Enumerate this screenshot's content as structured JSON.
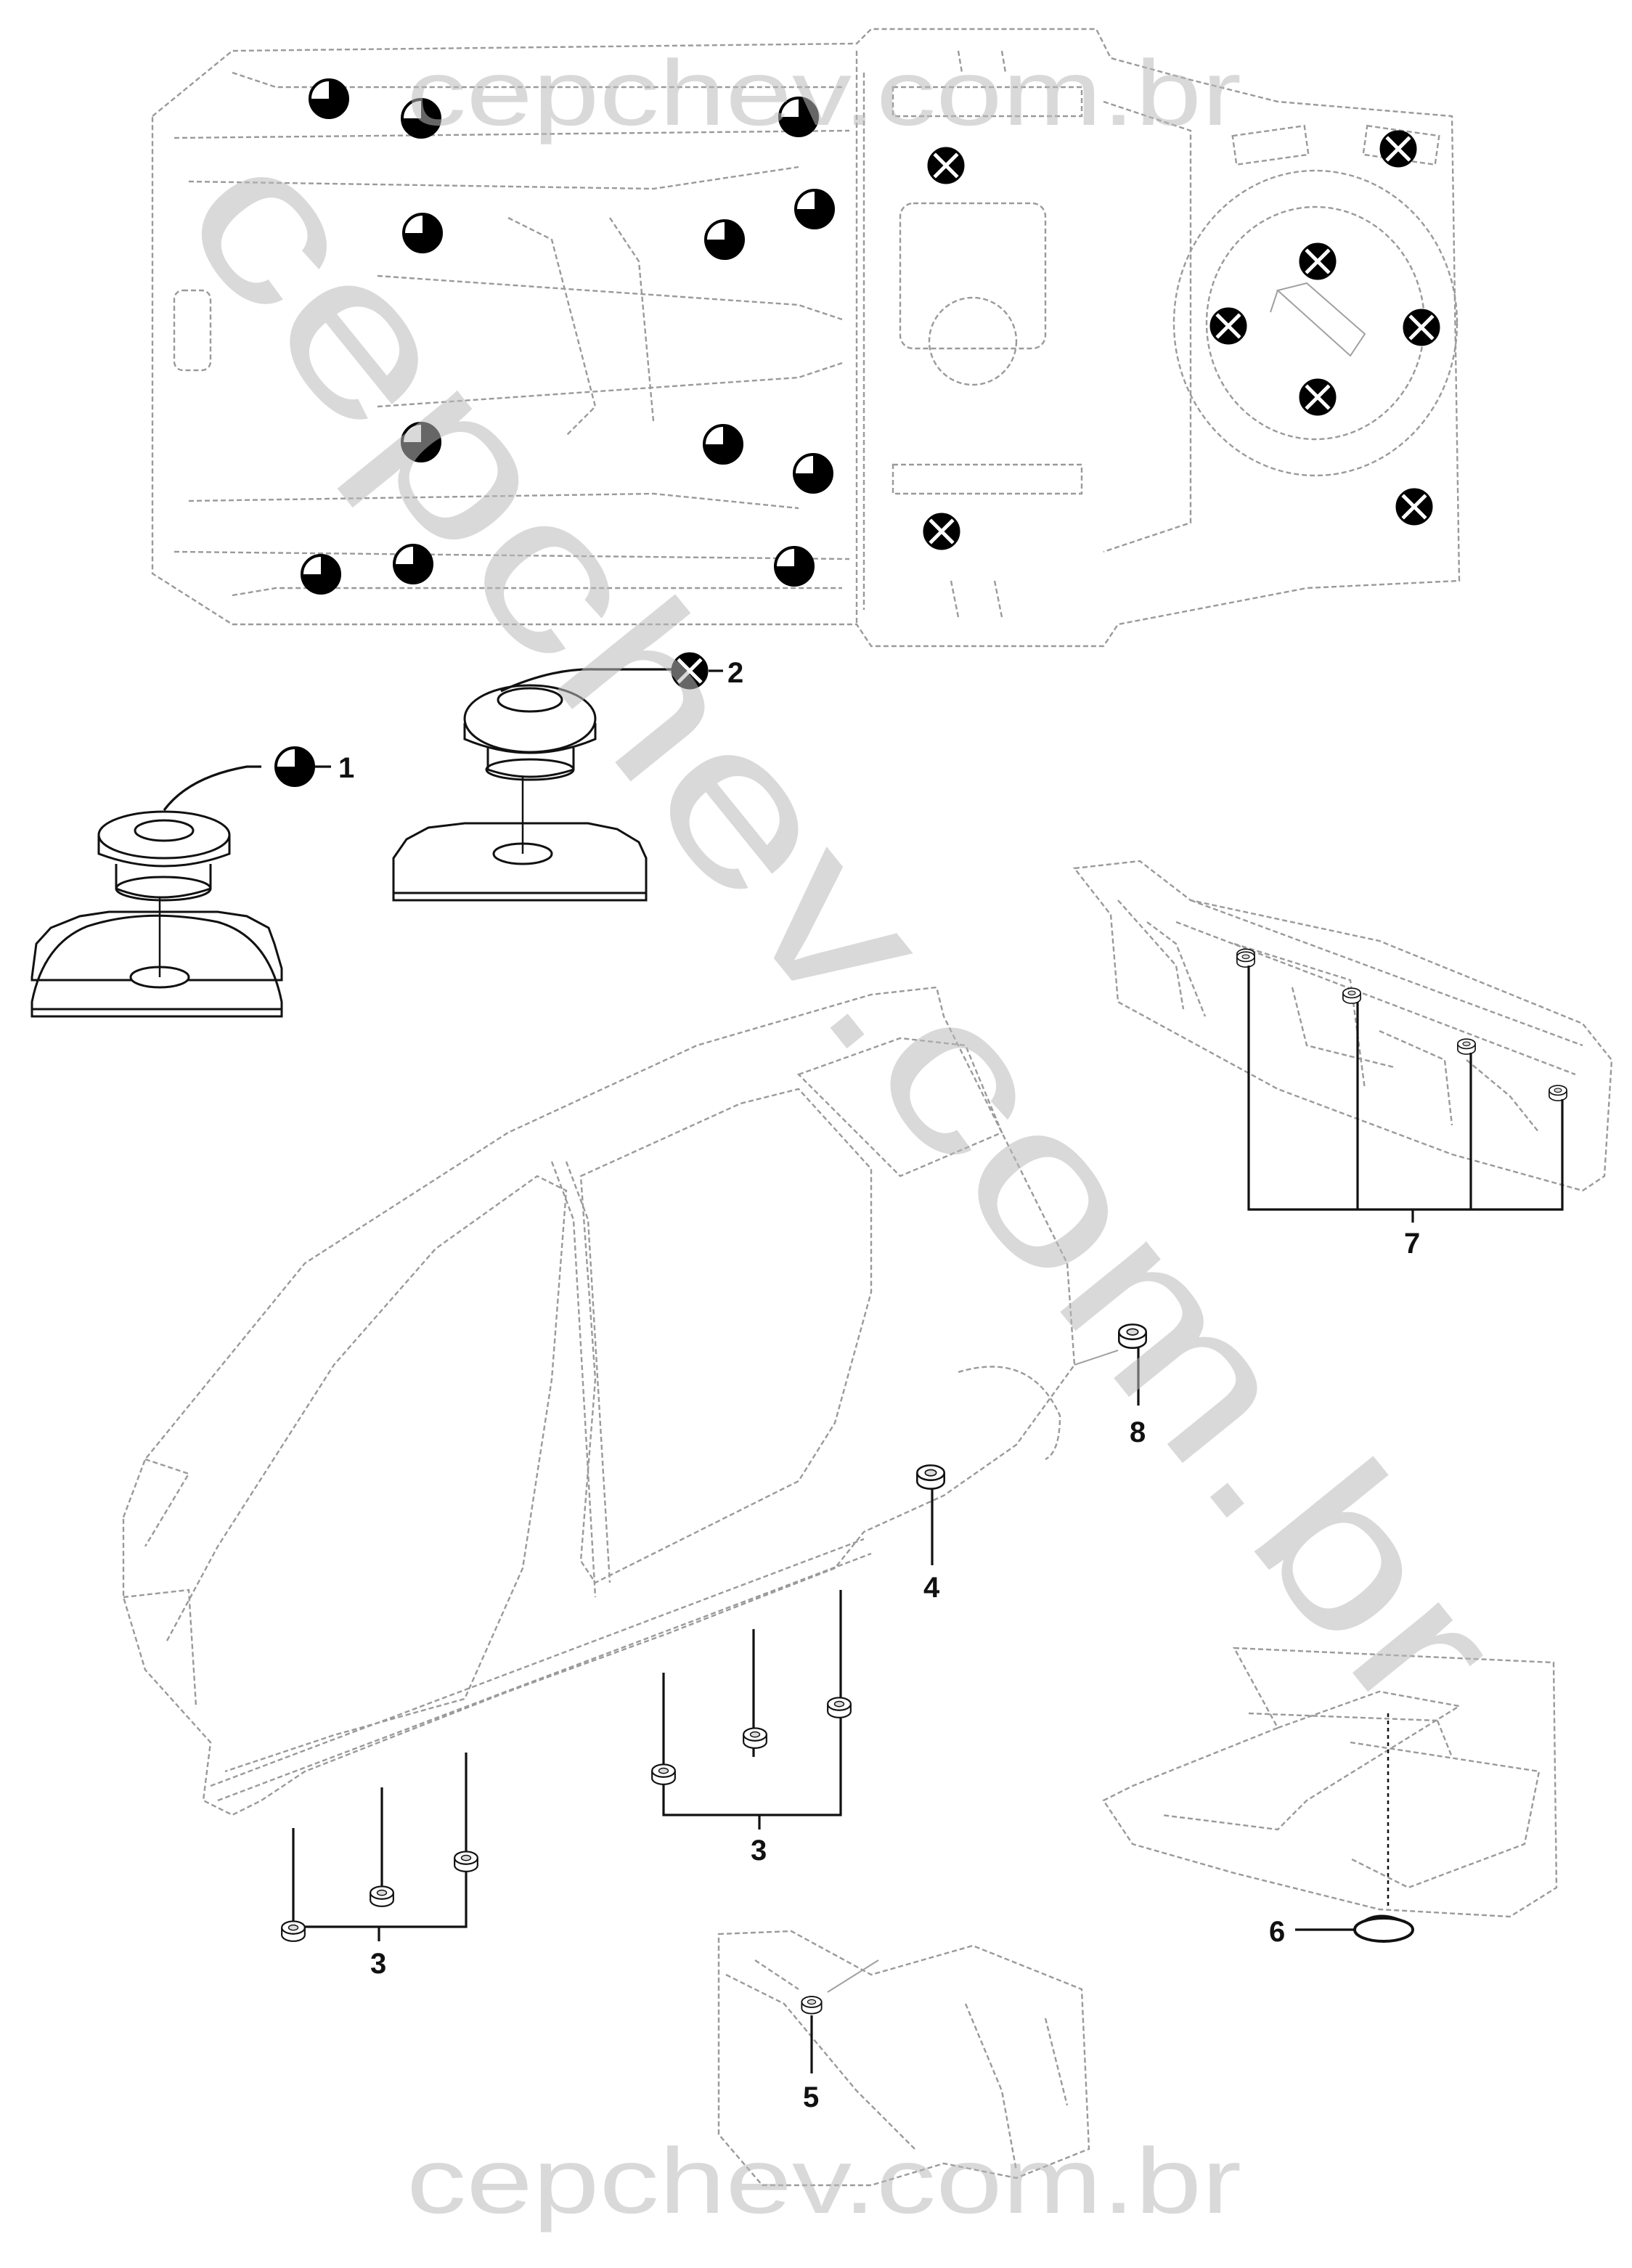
{
  "watermark": {
    "top": "cepchev.com.br",
    "diagonal": "cepchev.com.br",
    "bottom": "cepchev.com.br"
  },
  "callouts": {
    "plug_type_1": "1",
    "plug_type_2": "2",
    "side_sill_front_group": "3",
    "side_sill_rear_group": "3",
    "wheel_arch_plug": "4",
    "front_panel_plug": "5",
    "spare_well_plug": "6",
    "rear_panel_plugs": "7",
    "quarter_panel_plug": "8"
  },
  "legend_symbols": {
    "type_1": "half-filled-circle-icon",
    "type_2": "crossed-circle-icon"
  },
  "colors": {
    "line": "#111111",
    "outline": "#9a9a9a",
    "watermark": "#b9b9b9"
  }
}
